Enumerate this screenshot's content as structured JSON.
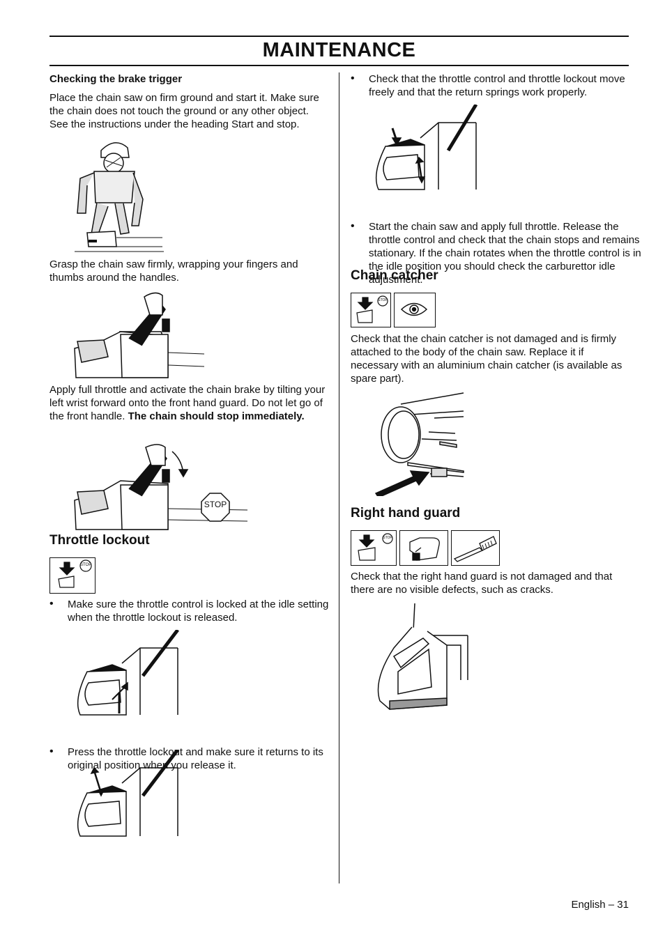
{
  "header": {
    "title": "MAINTENANCE"
  },
  "left": {
    "brake_heading": "Checking the brake trigger",
    "brake_p1": "Place the chain saw on firm ground and start it. Make sure the chain does not touch the ground or any other object. See the instructions under the heading Start and stop.",
    "brake_p2": "Grasp the chain saw firmly, wrapping your fingers and thumbs around the handles.",
    "brake_p3_a": "Apply full throttle and activate the chain brake by tilting your left wrist forward onto the front hand guard. Do not let go of the front handle. ",
    "brake_p3_b": "The chain should stop immediately.",
    "stop_sign_text": "STOP",
    "throttle_heading": "Throttle lockout",
    "stop_icon_text": "STOP",
    "throttle_b1": "Make sure the throttle control is locked at the idle setting when the throttle lockout is released.",
    "throttle_b2": "Press the throttle lockout and make sure it returns to its original position when you release it."
  },
  "right": {
    "throttle_b3": "Check that the throttle control and throttle lockout move freely and that the return springs work properly.",
    "throttle_b4": "Start the chain saw and apply full throttle. Release the throttle control and check that the chain stops and remains stationary. If the chain rotates when the throttle control is in the idle position you should check the carburettor idle adjustment.",
    "catcher_heading": "Chain catcher",
    "catcher_p": "Check that the chain catcher is not damaged and is firmly attached to the body of the chain saw. Replace it if necessary with an aluminium chain catcher (is available as spare part).",
    "guard_heading": "Right hand guard",
    "guard_p": "Check that the right hand guard is not damaged and that there are no visible defects, such as cracks.",
    "stop_icon_text": "STOP"
  },
  "bullet_char": "•",
  "footer": {
    "page": "English – 31"
  }
}
